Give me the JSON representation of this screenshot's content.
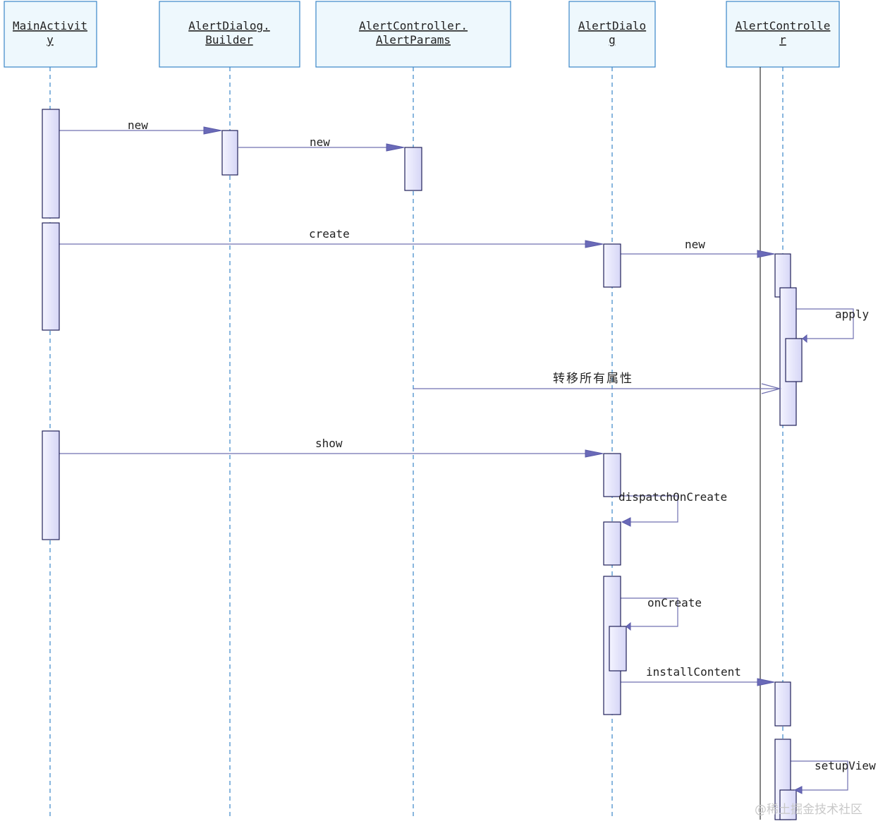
{
  "participants": [
    {
      "id": "main",
      "lines": [
        "MainActivit",
        "y"
      ]
    },
    {
      "id": "builder",
      "lines": [
        "AlertDialog.",
        "Builder"
      ]
    },
    {
      "id": "params",
      "lines": [
        "AlertController.",
        "AlertParams"
      ]
    },
    {
      "id": "dialog",
      "lines": [
        "AlertDialo",
        "g"
      ]
    },
    {
      "id": "controller",
      "lines": [
        "AlertControlle",
        "r"
      ]
    }
  ],
  "messages": [
    {
      "label": "new",
      "from": "main",
      "to": "builder",
      "kind": "sync"
    },
    {
      "label": "new",
      "from": "builder",
      "to": "params",
      "kind": "sync"
    },
    {
      "label": "create",
      "from": "main",
      "to": "dialog",
      "kind": "sync"
    },
    {
      "label": "new",
      "from": "dialog",
      "to": "controller",
      "kind": "sync"
    },
    {
      "label": "apply",
      "from": "controller",
      "to": "controller",
      "kind": "self"
    },
    {
      "label": "转移所有属性",
      "from": "params",
      "to": "controller",
      "kind": "async"
    },
    {
      "label": "show",
      "from": "main",
      "to": "dialog",
      "kind": "sync"
    },
    {
      "label": "dispatchOnCreate",
      "from": "dialog",
      "to": "dialog",
      "kind": "self"
    },
    {
      "label": "onCreate",
      "from": "dialog",
      "to": "dialog",
      "kind": "self"
    },
    {
      "label": "installContent",
      "from": "dialog",
      "to": "controller",
      "kind": "sync"
    },
    {
      "label": "setupView",
      "from": "controller",
      "to": "controller",
      "kind": "self"
    }
  ],
  "watermark": "@稀土掘金技术社区",
  "colors": {
    "header_fill": "#eef8fd",
    "header_stroke": "#3a86c8",
    "lifeline": "#3a86c8",
    "activation_fill": "#e2e2fa",
    "activation_stroke": "#22225a",
    "message_line": "#7070b0",
    "arrow_head": "#6a6ab8"
  }
}
